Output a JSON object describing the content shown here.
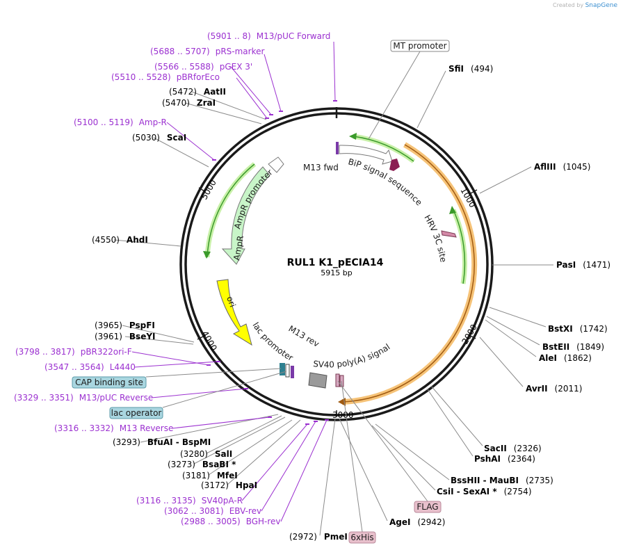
{
  "credit": {
    "prefix": "Created by",
    "brand": "SnapGene"
  },
  "plasmid": {
    "name": "RUL1 K1_pECIA14",
    "length_label": "5915 bp",
    "length": 5915
  },
  "ticks": [
    {
      "label": "1000",
      "pos": 1000
    },
    {
      "label": "2000",
      "pos": 2000
    },
    {
      "label": "3000",
      "pos": 3000
    },
    {
      "label": "4000",
      "pos": 4000
    },
    {
      "label": "5000",
      "pos": 5000
    }
  ],
  "enzymes": [
    {
      "name": "SfiI",
      "pos": "(494)",
      "side": "right"
    },
    {
      "name": "AflIII",
      "pos": "(1045)",
      "side": "right"
    },
    {
      "name": "PasI",
      "pos": "(1471)",
      "side": "right"
    },
    {
      "name": "BstXI",
      "pos": "(1742)",
      "side": "right"
    },
    {
      "name": "BstEII",
      "pos": "(1849)",
      "side": "right"
    },
    {
      "name": "AleI",
      "pos": "(1862)",
      "side": "right"
    },
    {
      "name": "AvrII",
      "pos": "(2011)",
      "side": "right"
    },
    {
      "name": "SacII",
      "pos": "(2326)",
      "side": "right"
    },
    {
      "name": "PshAI",
      "pos": "(2364)",
      "side": "right"
    },
    {
      "name": "BssHII  - MauBI",
      "pos": "(2735)",
      "side": "right"
    },
    {
      "name": "CsiI  - SexAI *",
      "pos": "(2754)",
      "side": "right"
    },
    {
      "name": "AgeI",
      "pos": "(2942)",
      "side": "right"
    },
    {
      "name": "PmeI",
      "pos": "(2972)",
      "side": "left"
    },
    {
      "name": "HpaI",
      "pos": "(3172)",
      "side": "left"
    },
    {
      "name": "MfeI",
      "pos": "(3181)",
      "side": "left"
    },
    {
      "name": "BsaBI *",
      "pos": "(3273)",
      "side": "left"
    },
    {
      "name": "SalI",
      "pos": "(3280)",
      "side": "left"
    },
    {
      "name": "BfuAI  - BspMI",
      "pos": "(3293)",
      "side": "left"
    },
    {
      "name": "BseYI",
      "pos": "(3961)",
      "side": "left"
    },
    {
      "name": "PspFI",
      "pos": "(3965)",
      "side": "left"
    },
    {
      "name": "AhdI",
      "pos": "(4550)",
      "side": "left"
    },
    {
      "name": "ScaI",
      "pos": "(5030)",
      "side": "left"
    },
    {
      "name": "ZraI",
      "pos": "(5470)",
      "side": "left"
    },
    {
      "name": "AatII",
      "pos": "(5472)",
      "side": "left"
    }
  ],
  "primers": [
    {
      "name": "M13/pUC Forward",
      "range": "(5901 .. 8)"
    },
    {
      "name": "pRS-marker",
      "range": "(5688 .. 5707)"
    },
    {
      "name": "pGEX 3'",
      "range": "(5566 .. 5588)"
    },
    {
      "name": "pBRforEco",
      "range": "(5510 .. 5528)"
    },
    {
      "name": "Amp-R",
      "range": "(5100 .. 5119)"
    },
    {
      "name": "pBR322ori-F",
      "range": "(3798 .. 3817)"
    },
    {
      "name": "L4440",
      "range": "(3547 .. 3564)"
    },
    {
      "name": "M13/pUC Reverse",
      "range": "(3329 .. 3351)"
    },
    {
      "name": "M13 Reverse",
      "range": "(3316 .. 3332)"
    },
    {
      "name": "SV40pA-R",
      "range": "(3116 .. 3135)"
    },
    {
      "name": "EBV-rev",
      "range": "(3062 .. 3081)"
    },
    {
      "name": "BGH-rev",
      "range": "(2988 .. 3005)"
    }
  ],
  "boxed_features": [
    {
      "name": "MT promoter",
      "color": "#ffffff",
      "border": "#888888"
    },
    {
      "name": "CAP binding site",
      "color": "#a9d6e0",
      "border": "#5b9aa8"
    },
    {
      "name": "lac operator",
      "color": "#a9d6e0",
      "border": "#5b9aa8"
    },
    {
      "name": "FLAG",
      "color": "#e8c0cc",
      "border": "#b9899a"
    },
    {
      "name": "6xHis",
      "color": "#e8c0cc",
      "border": "#b9899a"
    }
  ],
  "inner_labels": {
    "m13fwd": "M13 fwd",
    "bip": "BiP signal sequence",
    "hrv": "HRV 3C site",
    "sv40": "SV40 poly(A) signal",
    "m13rev": "M13 rev",
    "lac": "lac promoter",
    "ori": "ori",
    "ampr": "AmpR",
    "amprp": "AmpR promoter"
  },
  "colors": {
    "enzyme": "#000000",
    "primer": "#9b30d0",
    "line": "#8a8a8a",
    "orange": "#f5b860",
    "green": "#3a9a2a",
    "ampr_fill": "#c8f5c8",
    "ori_fill": "#ffff00"
  }
}
